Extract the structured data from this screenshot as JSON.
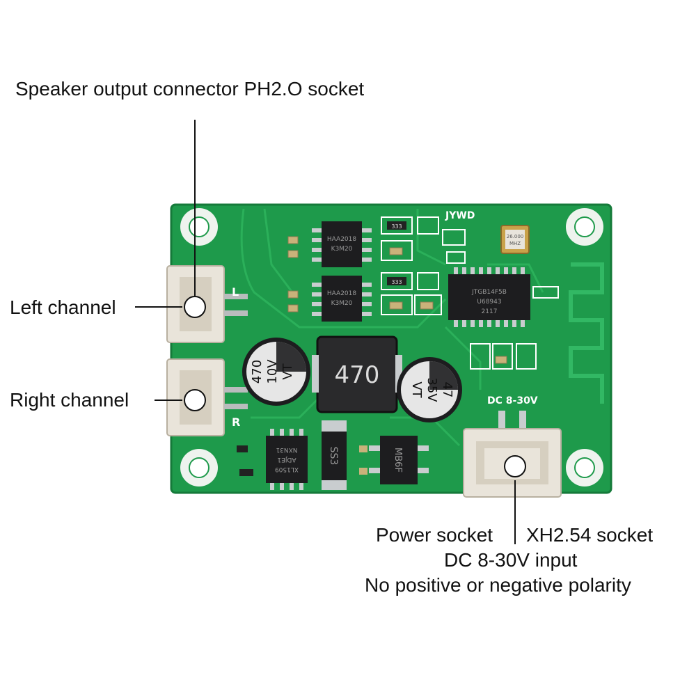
{
  "callouts": {
    "speaker_output": "Speaker output connector PH2.O socket",
    "left_channel": "Left channel",
    "right_channel": "Right channel",
    "power_socket": "Power socket",
    "xh_socket": "XH2.54 socket",
    "dc_input": "DC 8-30V input",
    "polarity": "No positive or negative polarity"
  },
  "board": {
    "brand": "JYWD",
    "left_marker": "L",
    "right_marker": "R",
    "power_silkscreen": "DC 8-30V",
    "inductor_value": "470",
    "cap_left": [
      "470",
      "10V",
      "VT"
    ],
    "cap_right": [
      "47",
      "35V",
      "VT"
    ],
    "ic_main": [
      "JTGB14F5B",
      "U68943",
      "2117"
    ],
    "ic_amp": [
      "HAA2018",
      "K3M20"
    ],
    "ic_reg": [
      "XL1509",
      "ADJE1",
      "NXN31"
    ],
    "diode": "SS3",
    "bridge": "MB6F",
    "crystal": [
      "26.000",
      "MHZ"
    ],
    "resistor_code": "333",
    "colors": {
      "pcb": "#1e9a4b",
      "trace": "#2bb05a",
      "hole": "#eef3ee"
    }
  }
}
